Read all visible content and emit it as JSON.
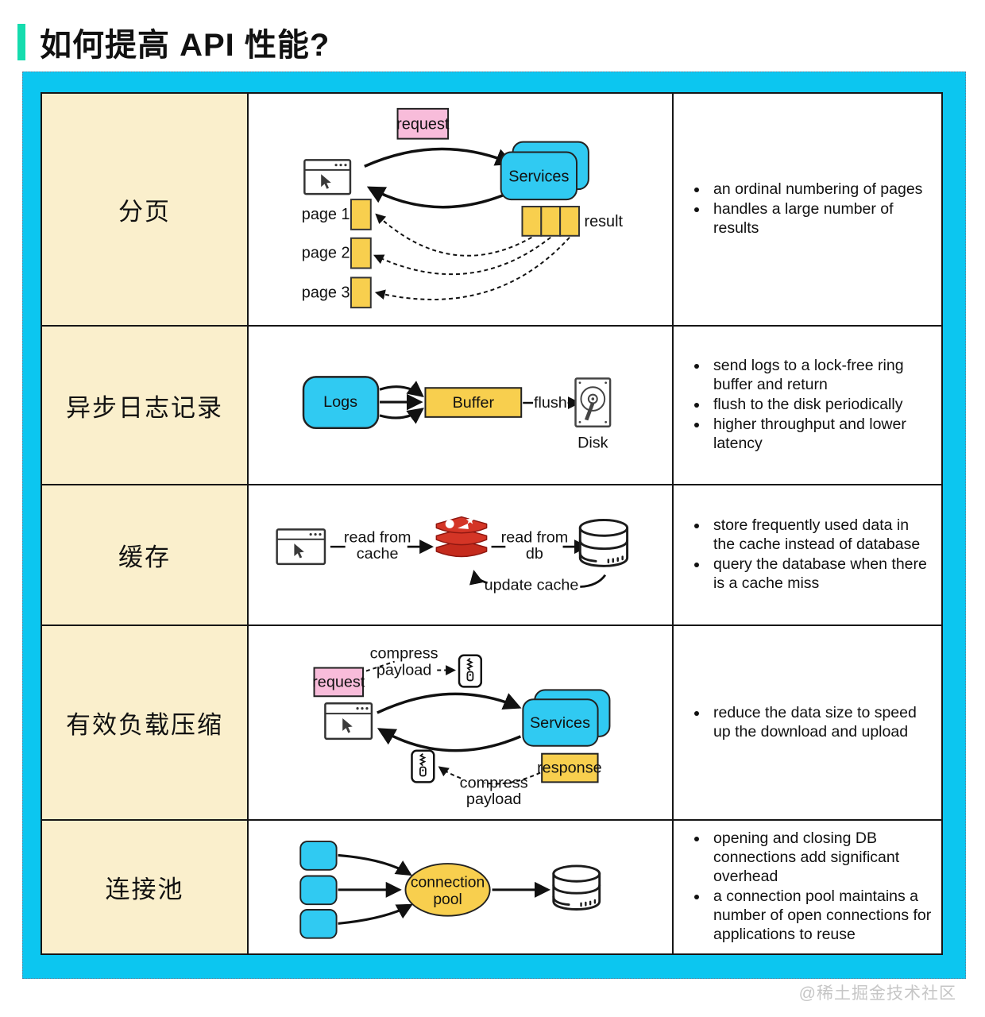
{
  "title": "如何提高 API 性能?",
  "watermark": "@稀土掘金技术社区",
  "colors": {
    "accent_bar": "#15dcae",
    "frame": "#0cc6f0",
    "label_cell_bg": "#faefcc",
    "box_cyan": "#30caf2",
    "box_yellow": "#f8cf4e",
    "box_pink": "#f8bcda",
    "redis_red": "#d43526"
  },
  "rows": [
    {
      "label": "分页",
      "bullets": [
        "an ordinal numbering of pages",
        "handles a large number of results"
      ],
      "diagram": {
        "request": "request",
        "services": "Services",
        "pages": [
          "page 1",
          "page 2",
          "page 3"
        ],
        "result": "result"
      }
    },
    {
      "label": "异步日志记录",
      "bullets": [
        "send logs to a lock-free ring buffer and return",
        "flush to the disk periodically",
        "higher throughput and lower latency"
      ],
      "diagram": {
        "logs": "Logs",
        "buffer": "Buffer",
        "flush": "flush",
        "disk": "Disk"
      }
    },
    {
      "label": "缓存",
      "bullets": [
        "store frequently used data in the cache instead of database",
        "query the database when there is a cache miss"
      ],
      "diagram": {
        "read_cache_1": "read from",
        "read_cache_2": "cache",
        "read_db_1": "read from",
        "read_db_2": "db",
        "update_cache": "update cache"
      }
    },
    {
      "label": "有效负载压缩",
      "bullets": [
        "reduce the data size to speed up the download and upload"
      ],
      "diagram": {
        "compress_top_1": "compress",
        "compress_top_2": "payload",
        "request": "request",
        "services": "Services",
        "response": "response",
        "compress_bottom_1": "compress",
        "compress_bottom_2": "payload"
      }
    },
    {
      "label": "连接池",
      "bullets": [
        "opening and closing DB connections add significant overhead",
        "a connection pool maintains a number of open connections for applications to reuse"
      ],
      "diagram": {
        "pool_1": "connection",
        "pool_2": "pool"
      }
    }
  ]
}
